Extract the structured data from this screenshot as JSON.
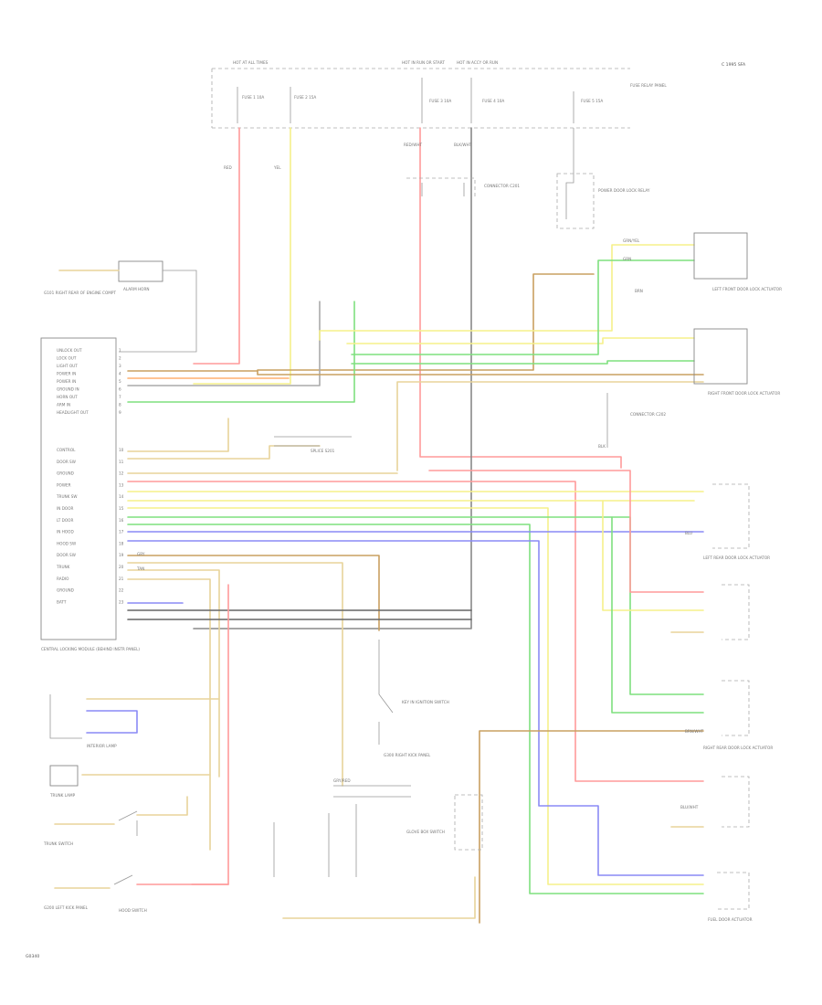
{
  "header": {
    "page_code": "C 1995 SFA",
    "footer_code": "G0340"
  },
  "fuse_panel": {
    "label_top": "HOT AT ALL TIMES",
    "label_run": "HOT IN RUN OR START",
    "label_acc": "HOT IN ACCY OR RUN",
    "fuse_a": "FUSE 1 10A",
    "fuse_b": "FUSE 2 15A",
    "fuse_c": "FUSE 3 10A",
    "fuse_d": "FUSE 4 10A",
    "fuse_e": "FUSE 5 15A",
    "box_note": "FUSE RELAY PANEL"
  },
  "components": {
    "central_lock_module": "CENTRAL LOCKING MODULE (BEHIND INSTR PANEL)",
    "alarm_horn": "ALARM HORN",
    "ground_left": "G101 RIGHT REAR OF ENGINE COMPT",
    "door_relay": "POWER DOOR LOCK RELAY",
    "key_switch": "KEY IN IGNITION SWITCH",
    "interior_lamp": "INTERIOR LAMP",
    "trunk_lamp": "TRUNK LAMP",
    "trunk_switch": "TRUNK SWITCH",
    "hood_switch": "HOOD SWITCH",
    "glove_switch": "GLOVE BOX SWITCH",
    "left_front_door": "LEFT FRONT DOOR LOCK ACTUATOR",
    "right_front_door": "RIGHT FRONT DOOR LOCK ACTUATOR",
    "left_rear_door": "LEFT REAR DOOR LOCK ACTUATOR",
    "right_rear_door": "RIGHT REAR DOOR LOCK ACTUATOR",
    "fuel_door": "FUEL DOOR ACTUATOR",
    "connector_a": "CONNECTOR C201",
    "connector_b": "CONNECTOR C202",
    "splice_a": "SPLICE S201",
    "ground_b": "G200 LEFT KICK PANEL",
    "ground_c": "G300 RIGHT KICK PANEL"
  },
  "module_pins": [
    "UNLOCK OUT",
    "LOCK OUT",
    "LIGHT OUT",
    "POWER IN",
    "POWER IN",
    "GROUND IN",
    "HORN OUT",
    "ARM IN",
    "HEADLIGHT OUT",
    "CONTROL",
    "DOOR SW",
    "GROUND",
    "POWER",
    "TRUNK SW",
    "IN DOOR",
    "LT DOOR",
    "IN HOOD",
    "HOOD SW",
    "DOOR SW",
    "TRUNK",
    "RADIO",
    "GROUND",
    "BATT"
  ],
  "wire_labels": {
    "red": "RED",
    "yel": "YEL",
    "grn": "GRN",
    "blu": "BLU",
    "brn": "BRN",
    "blk": "BLK",
    "gry": "GRY",
    "tan": "TAN",
    "redwht": "RED/WHT",
    "grnyel": "GRN/YEL",
    "bluwht": "BLU/WHT",
    "brnwht": "BRN/WHT",
    "blkwht": "BLK/WHT",
    "gryred": "GRY/RED"
  },
  "colors": {
    "red": "#ff9a9a",
    "yellow": "#f5f08a",
    "green": "#7fe07f",
    "blue": "#8a8af5",
    "brown": "#c9a060",
    "black": "#666666",
    "gray": "#aaaaaa",
    "tan": "#e8d49a",
    "orange": "#ffb070"
  }
}
